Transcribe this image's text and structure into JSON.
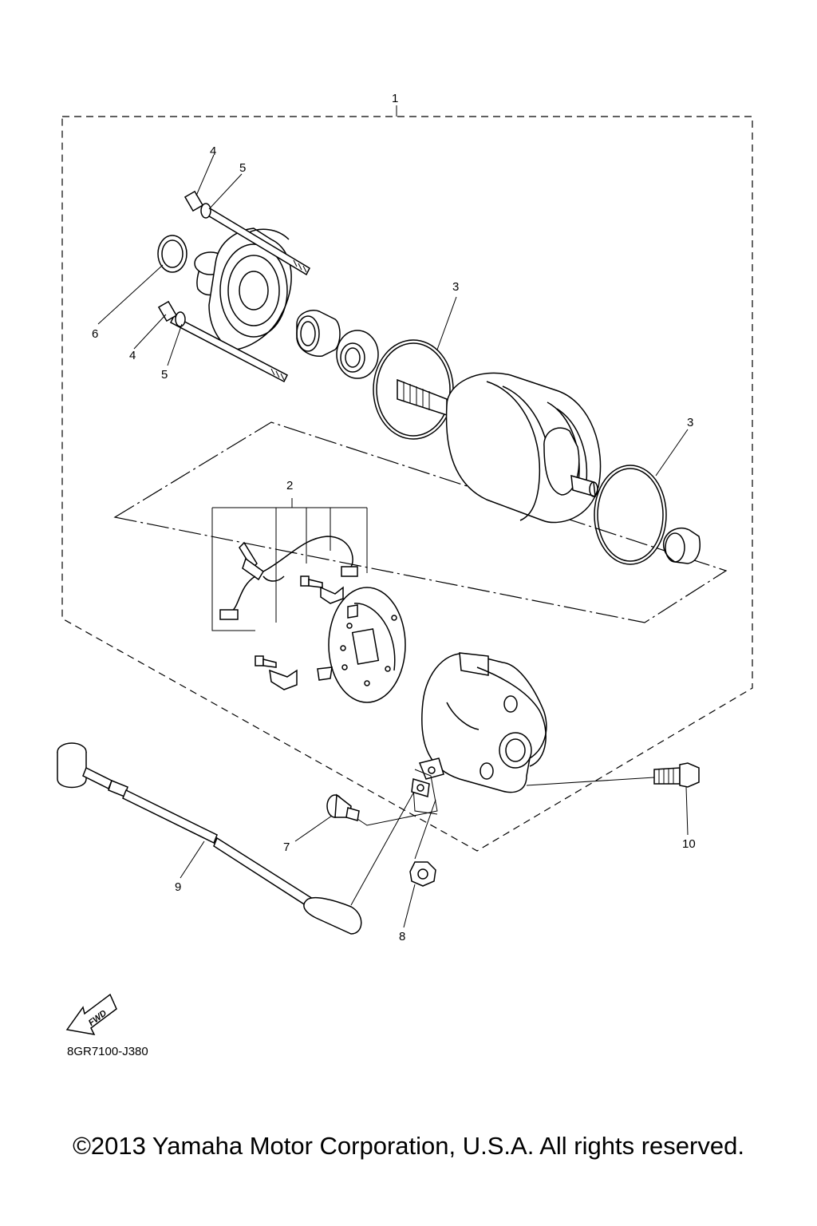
{
  "callouts": {
    "c1": "1",
    "c2": "2",
    "c3a": "3",
    "c3b": "3",
    "c4a": "4",
    "c4b": "4",
    "c5a": "5",
    "c5b": "5",
    "c6": "6",
    "c7": "7",
    "c8": "8",
    "c9": "9",
    "c10": "10"
  },
  "fwd_label": "FWD",
  "diagram_code": "8GR7100-J380",
  "copyright": "©2013 Yamaha Motor Corporation, U.S.A. All rights reserved."
}
